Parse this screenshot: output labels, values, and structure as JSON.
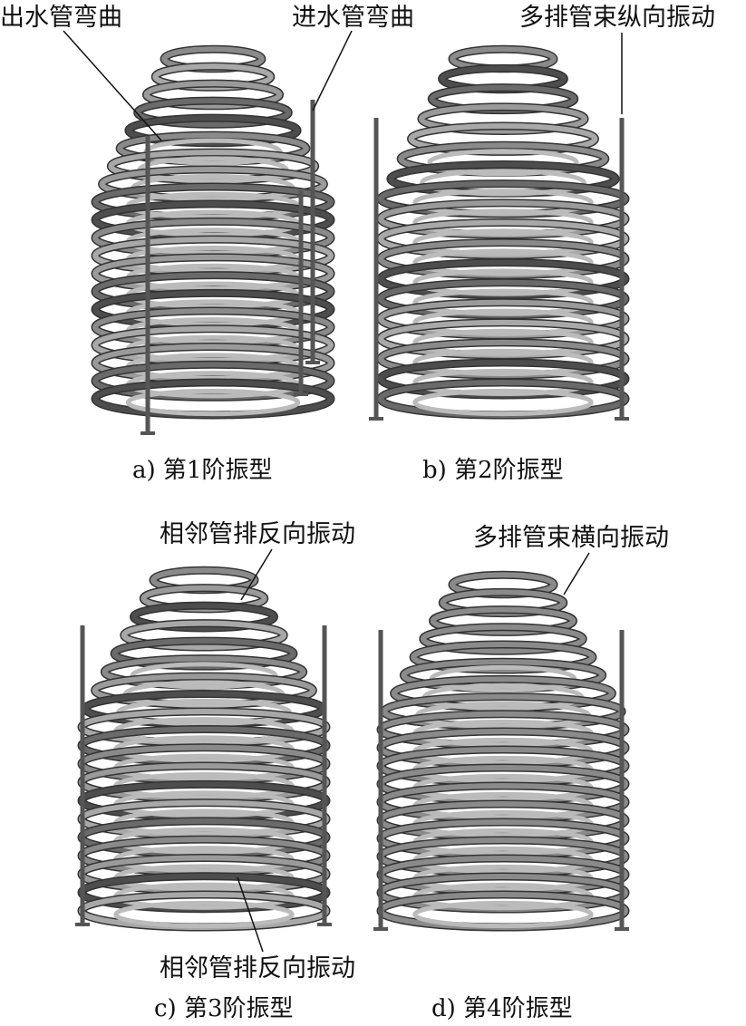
{
  "panels": [
    {
      "id": "a",
      "caption": "a) 第1阶振型",
      "annotations": [
        "出水管弯曲",
        "进水管弯曲"
      ]
    },
    {
      "id": "b",
      "caption": "b) 第2阶振型",
      "annotations": [
        "多排管束纵向振动"
      ]
    },
    {
      "id": "c",
      "caption": "c) 第3阶振型",
      "annotations": [
        "相邻管排反向振动",
        "相邻管排反向振动"
      ]
    },
    {
      "id": "d",
      "caption": "d) 第4阶振型",
      "annotations": [
        "多排管束横向振动"
      ]
    }
  ]
}
